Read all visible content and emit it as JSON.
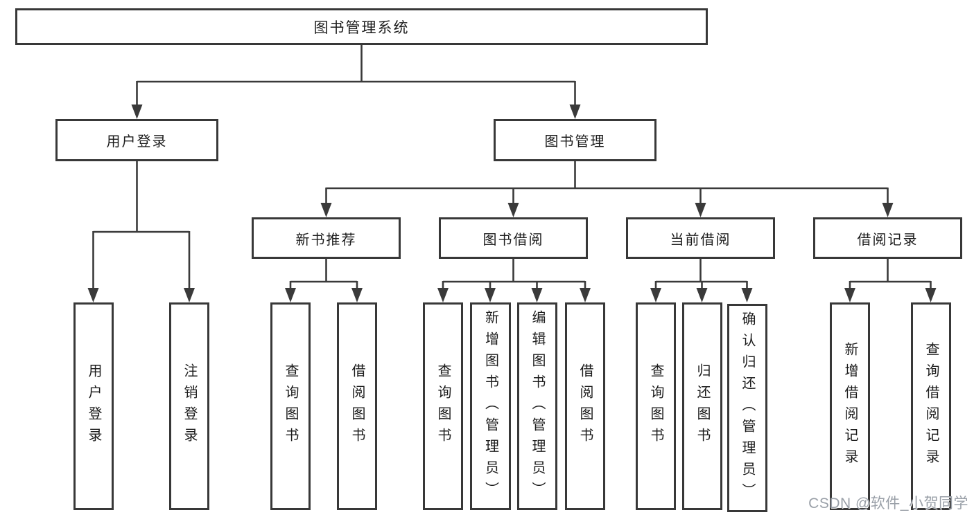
{
  "colors": {
    "line": "#3a3a3a",
    "border": "#383838",
    "text": "#1c1c1c",
    "watermark": "#9aa0a8",
    "background": "#ffffff"
  },
  "diagram": {
    "root": {
      "label": "图书管理系统"
    },
    "level2": [
      {
        "label": "用户登录"
      },
      {
        "label": "图书管理"
      }
    ],
    "level3": [
      {
        "label": "新书推荐"
      },
      {
        "label": "图书借阅"
      },
      {
        "label": "当前借阅"
      },
      {
        "label": "借阅记录"
      }
    ],
    "leaves": {
      "user_login": [
        "用户登录",
        "注销登录"
      ],
      "new_books": [
        "查询图书",
        "借阅图书"
      ],
      "book_borrow": [
        "查询图书",
        "新增图书（管理员）",
        "编辑图书（管理员）",
        "借阅图书"
      ],
      "current_borrow": [
        "查询图书",
        "归还图书",
        "确认归还（管理员）"
      ],
      "borrow_records": [
        "新增借阅记录",
        "查询借阅记录"
      ]
    },
    "watermark": "CSDN @软件_小贺同学"
  }
}
